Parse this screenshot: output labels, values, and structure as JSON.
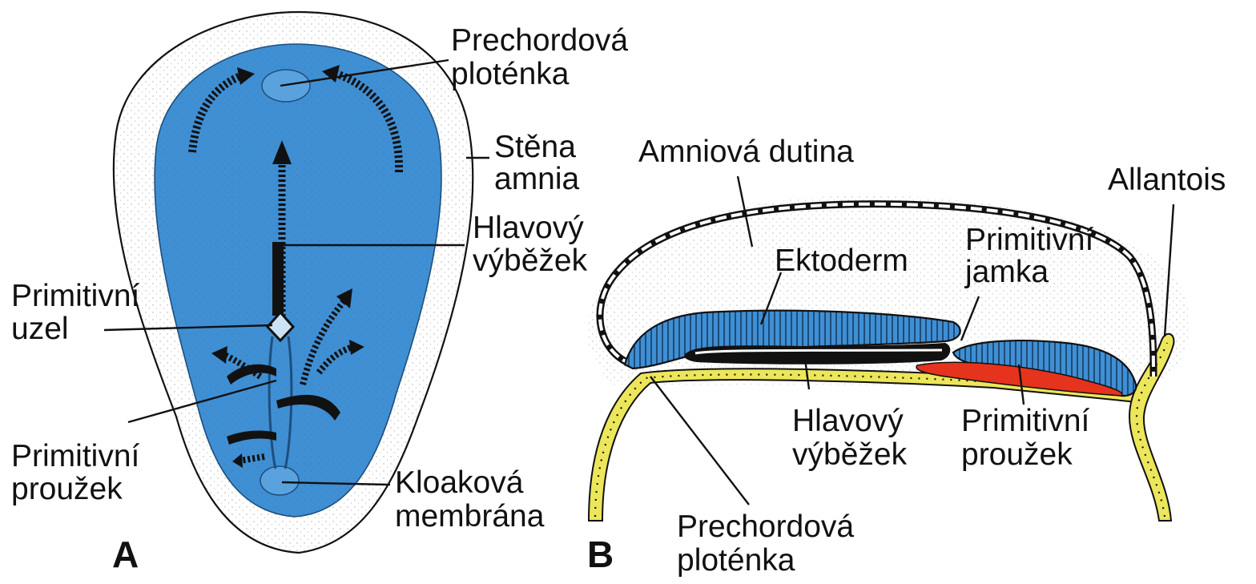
{
  "colors": {
    "embryo_blue": "#3f8fd4",
    "yolk_yellow": "#ece65a",
    "primitive_streak_red": "#e6331d",
    "outline": "#111111"
  },
  "panel_a": {
    "panel_letter": "A",
    "labels": {
      "prechordal_line1": "Prechordová",
      "prechordal_line2": "ploténka",
      "amnion_wall_line1": "Stěna",
      "amnion_wall_line2": "amnia",
      "head_process_line1": "Hlavový",
      "head_process_line2": "výběžek",
      "primitive_node_line1": "Primitivní",
      "primitive_node_line2": "uzel",
      "primitive_streak_line1": "Primitivní",
      "primitive_streak_line2": "proužek",
      "cloacal_line1": "Kloaková",
      "cloacal_line2": "membrána"
    }
  },
  "panel_b": {
    "panel_letter": "B",
    "labels": {
      "amniotic_cavity": "Amniová dutina",
      "allantois": "Allantois",
      "primitive_pit_line1": "Primitivní",
      "primitive_pit_line2": "jamka",
      "ectoderm": "Ektoderm",
      "head_process_line1": "Hlavový",
      "head_process_line2": "výběžek",
      "primitive_streak_line1": "Primitivní",
      "primitive_streak_line2": "proužek",
      "prechordal_line1": "Prechordová",
      "prechordal_line2": "ploténka"
    }
  }
}
